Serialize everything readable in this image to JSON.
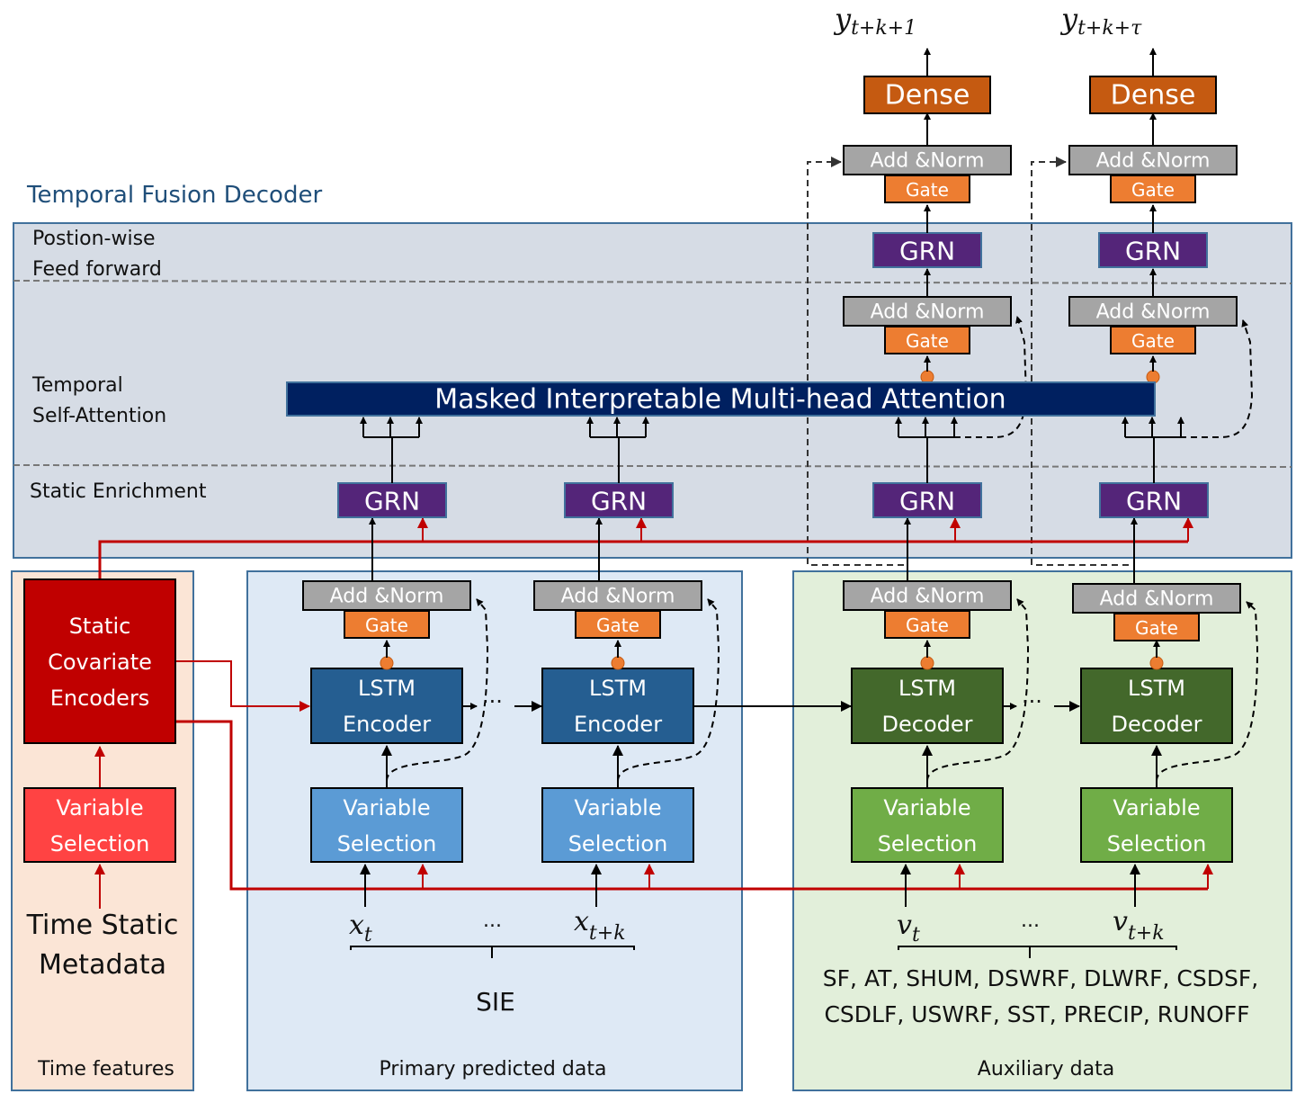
{
  "diagram": {
    "title": "Temporal Fusion Decoder",
    "colors": {
      "decoder_panel_bg": "#d6dce5",
      "panel_border": "#41719c",
      "time_panel_bg": "#fbe5d6",
      "primary_panel_bg": "#dee9f5",
      "aux_panel_bg": "#e2efda",
      "dense": "#c55a11",
      "add_norm": "#a5a5a5",
      "gate": "#ed7d31",
      "grn": "#542579",
      "attention": "#002060",
      "lstm_encoder": "#255e91",
      "lstm_decoder": "#43682b",
      "vs_primary": "#5b9bd5",
      "vs_aux": "#70ad47",
      "vs_static": "#ff4343",
      "static_encoder": "#c00000",
      "static_link": "#c00000"
    },
    "layer_labels": {
      "feed_forward_line1": "Postion-wise",
      "feed_forward_line2": "Feed forward",
      "self_attention_line1": "Temporal",
      "self_attention_line2": "Self-Attention",
      "static_enrichment": "Static Enrichment"
    },
    "outputs": [
      {
        "base": "y",
        "sub": "t+k+1"
      },
      {
        "base": "y",
        "sub": "t+k+τ"
      }
    ],
    "blocks": {
      "dense": "Dense",
      "add_norm": "Add &Norm",
      "gate": "Gate",
      "grn": "GRN",
      "attention": "Masked Interpretable Multi-head Attention",
      "lstm": "LSTM",
      "encoder": "Encoder",
      "decoder": "Decoder",
      "variable": "Variable",
      "selection": "Selection",
      "static_line1": "Static",
      "static_line2": "Covariate",
      "static_line3": "Encoders"
    },
    "panels": {
      "time": {
        "caption": "Time features",
        "input_line1": "Time Static",
        "input_line2": "Metadata"
      },
      "primary": {
        "caption": "Primary predicted data",
        "inputs": [
          {
            "base": "x",
            "sub": "t"
          },
          {
            "base": "x",
            "sub": "t+k"
          }
        ],
        "ellipsis": "...",
        "group_label": "SIE"
      },
      "auxiliary": {
        "caption": "Auxiliary data",
        "inputs": [
          {
            "base": "v",
            "sub": "t"
          },
          {
            "base": "v",
            "sub": "t+k"
          }
        ],
        "ellipsis": "...",
        "variables_line1": "SF, AT, SHUM, DSWRF, DLWRF, CSDSF,",
        "variables_line2": "CSDLF, USWRF, SST, PRECIP, RUNOFF"
      }
    }
  }
}
